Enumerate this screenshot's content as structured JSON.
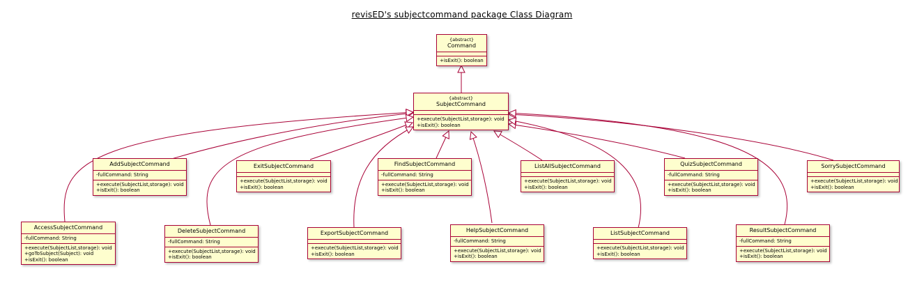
{
  "title": "revisED's subjectcommand package Class Diagram",
  "colors": {
    "class_fill": "#fefece",
    "class_border": "#a80036",
    "edge": "#a80036"
  },
  "classes": {
    "command": {
      "stereotype": "{abstract}",
      "name": "Command",
      "attributes": [],
      "operations": [
        "+isExit(): boolean"
      ]
    },
    "subject_command": {
      "stereotype": "{abstract}",
      "name": "SubjectCommand",
      "attributes": [],
      "operations": [
        "+execute(SubjectList,storage): void",
        "+isExit(): boolean"
      ]
    },
    "add_subject_command": {
      "name": "AddSubjectCommand",
      "attributes": [
        "-fullCommand: String"
      ],
      "operations": [
        "+execute(SubjectList,storage): void",
        "+isExit(): boolean"
      ]
    },
    "exit_subject_command": {
      "name": "ExitSubjectCommand",
      "attributes": [],
      "operations": [
        "+execute(SubjectList,storage): void",
        "+isExit(): boolean"
      ]
    },
    "find_subject_command": {
      "name": "FindSubjectCommand",
      "attributes": [
        "-fullCommand: String"
      ],
      "operations": [
        "+execute(SubjectList,storage): void",
        "+isExit(): boolean"
      ]
    },
    "list_all_subject_command": {
      "name": "ListAllSubjectCommand",
      "attributes": [],
      "operations": [
        "+execute(SubjectList,storage): void",
        "+isExit(): boolean"
      ]
    },
    "quiz_subject_command": {
      "name": "QuizSubjectCommand",
      "attributes": [
        "-fullCommand: String"
      ],
      "operations": [
        "+execute(SubjectList,storage): void",
        "+isExit(): boolean"
      ]
    },
    "sorry_subject_command": {
      "name": "SorrySubjectCommand",
      "attributes": [],
      "operations": [
        "+execute(SubjectList,storage): void",
        "+isExit(): boolean"
      ]
    },
    "access_subject_command": {
      "name": "AccessSubjectCommand",
      "attributes": [
        "-fullCommand: String"
      ],
      "operations": [
        "+execute(SubjectList,storage): void",
        "+goToSubject(Subject): void",
        "+isExit(): boolean"
      ]
    },
    "delete_subject_command": {
      "name": "DeleteSubjectCommand",
      "attributes": [
        "-fullCommand: String"
      ],
      "operations": [
        "+execute(SubjectList,storage): void",
        "+isExit(): boolean"
      ]
    },
    "export_subject_command": {
      "name": "ExportSubjectCommand",
      "attributes": [],
      "operations": [
        "+execute(SubjectList,storage): void",
        "+isExit(): boolean"
      ]
    },
    "help_subject_command": {
      "name": "HelpSubjectCommand",
      "attributes": [
        "-fullCommand: String"
      ],
      "operations": [
        "+execute(SubjectList,storage): void",
        "+isExit(): boolean"
      ]
    },
    "list_subject_command": {
      "name": "ListSubjectCommand",
      "attributes": [],
      "operations": [
        "+execute(SubjectList,storage): void",
        "+isExit(): boolean"
      ]
    },
    "result_subject_command": {
      "name": "ResultSubjectCommand",
      "attributes": [
        "-fullCommand: String"
      ],
      "operations": [
        "+execute(SubjectList,storage): void",
        "+isExit(): boolean"
      ]
    }
  }
}
